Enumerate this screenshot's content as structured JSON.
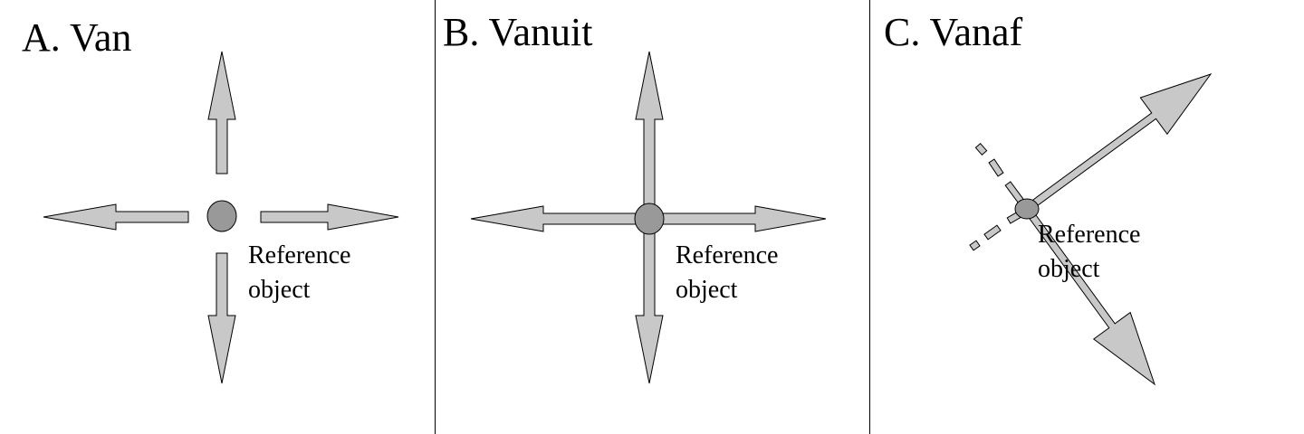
{
  "panels": [
    {
      "title": "A. Van",
      "label_line1": "Reference",
      "label_line2": "object"
    },
    {
      "title": "B. Vanuit",
      "label_line1": "Reference",
      "label_line2": "object"
    },
    {
      "title": "C. Vanaf",
      "label_line1": "Reference",
      "label_line2": "object"
    }
  ],
  "colors": {
    "arrow_fill": "#c8c8c8",
    "object_fill": "#999999",
    "stroke": "#000000"
  }
}
